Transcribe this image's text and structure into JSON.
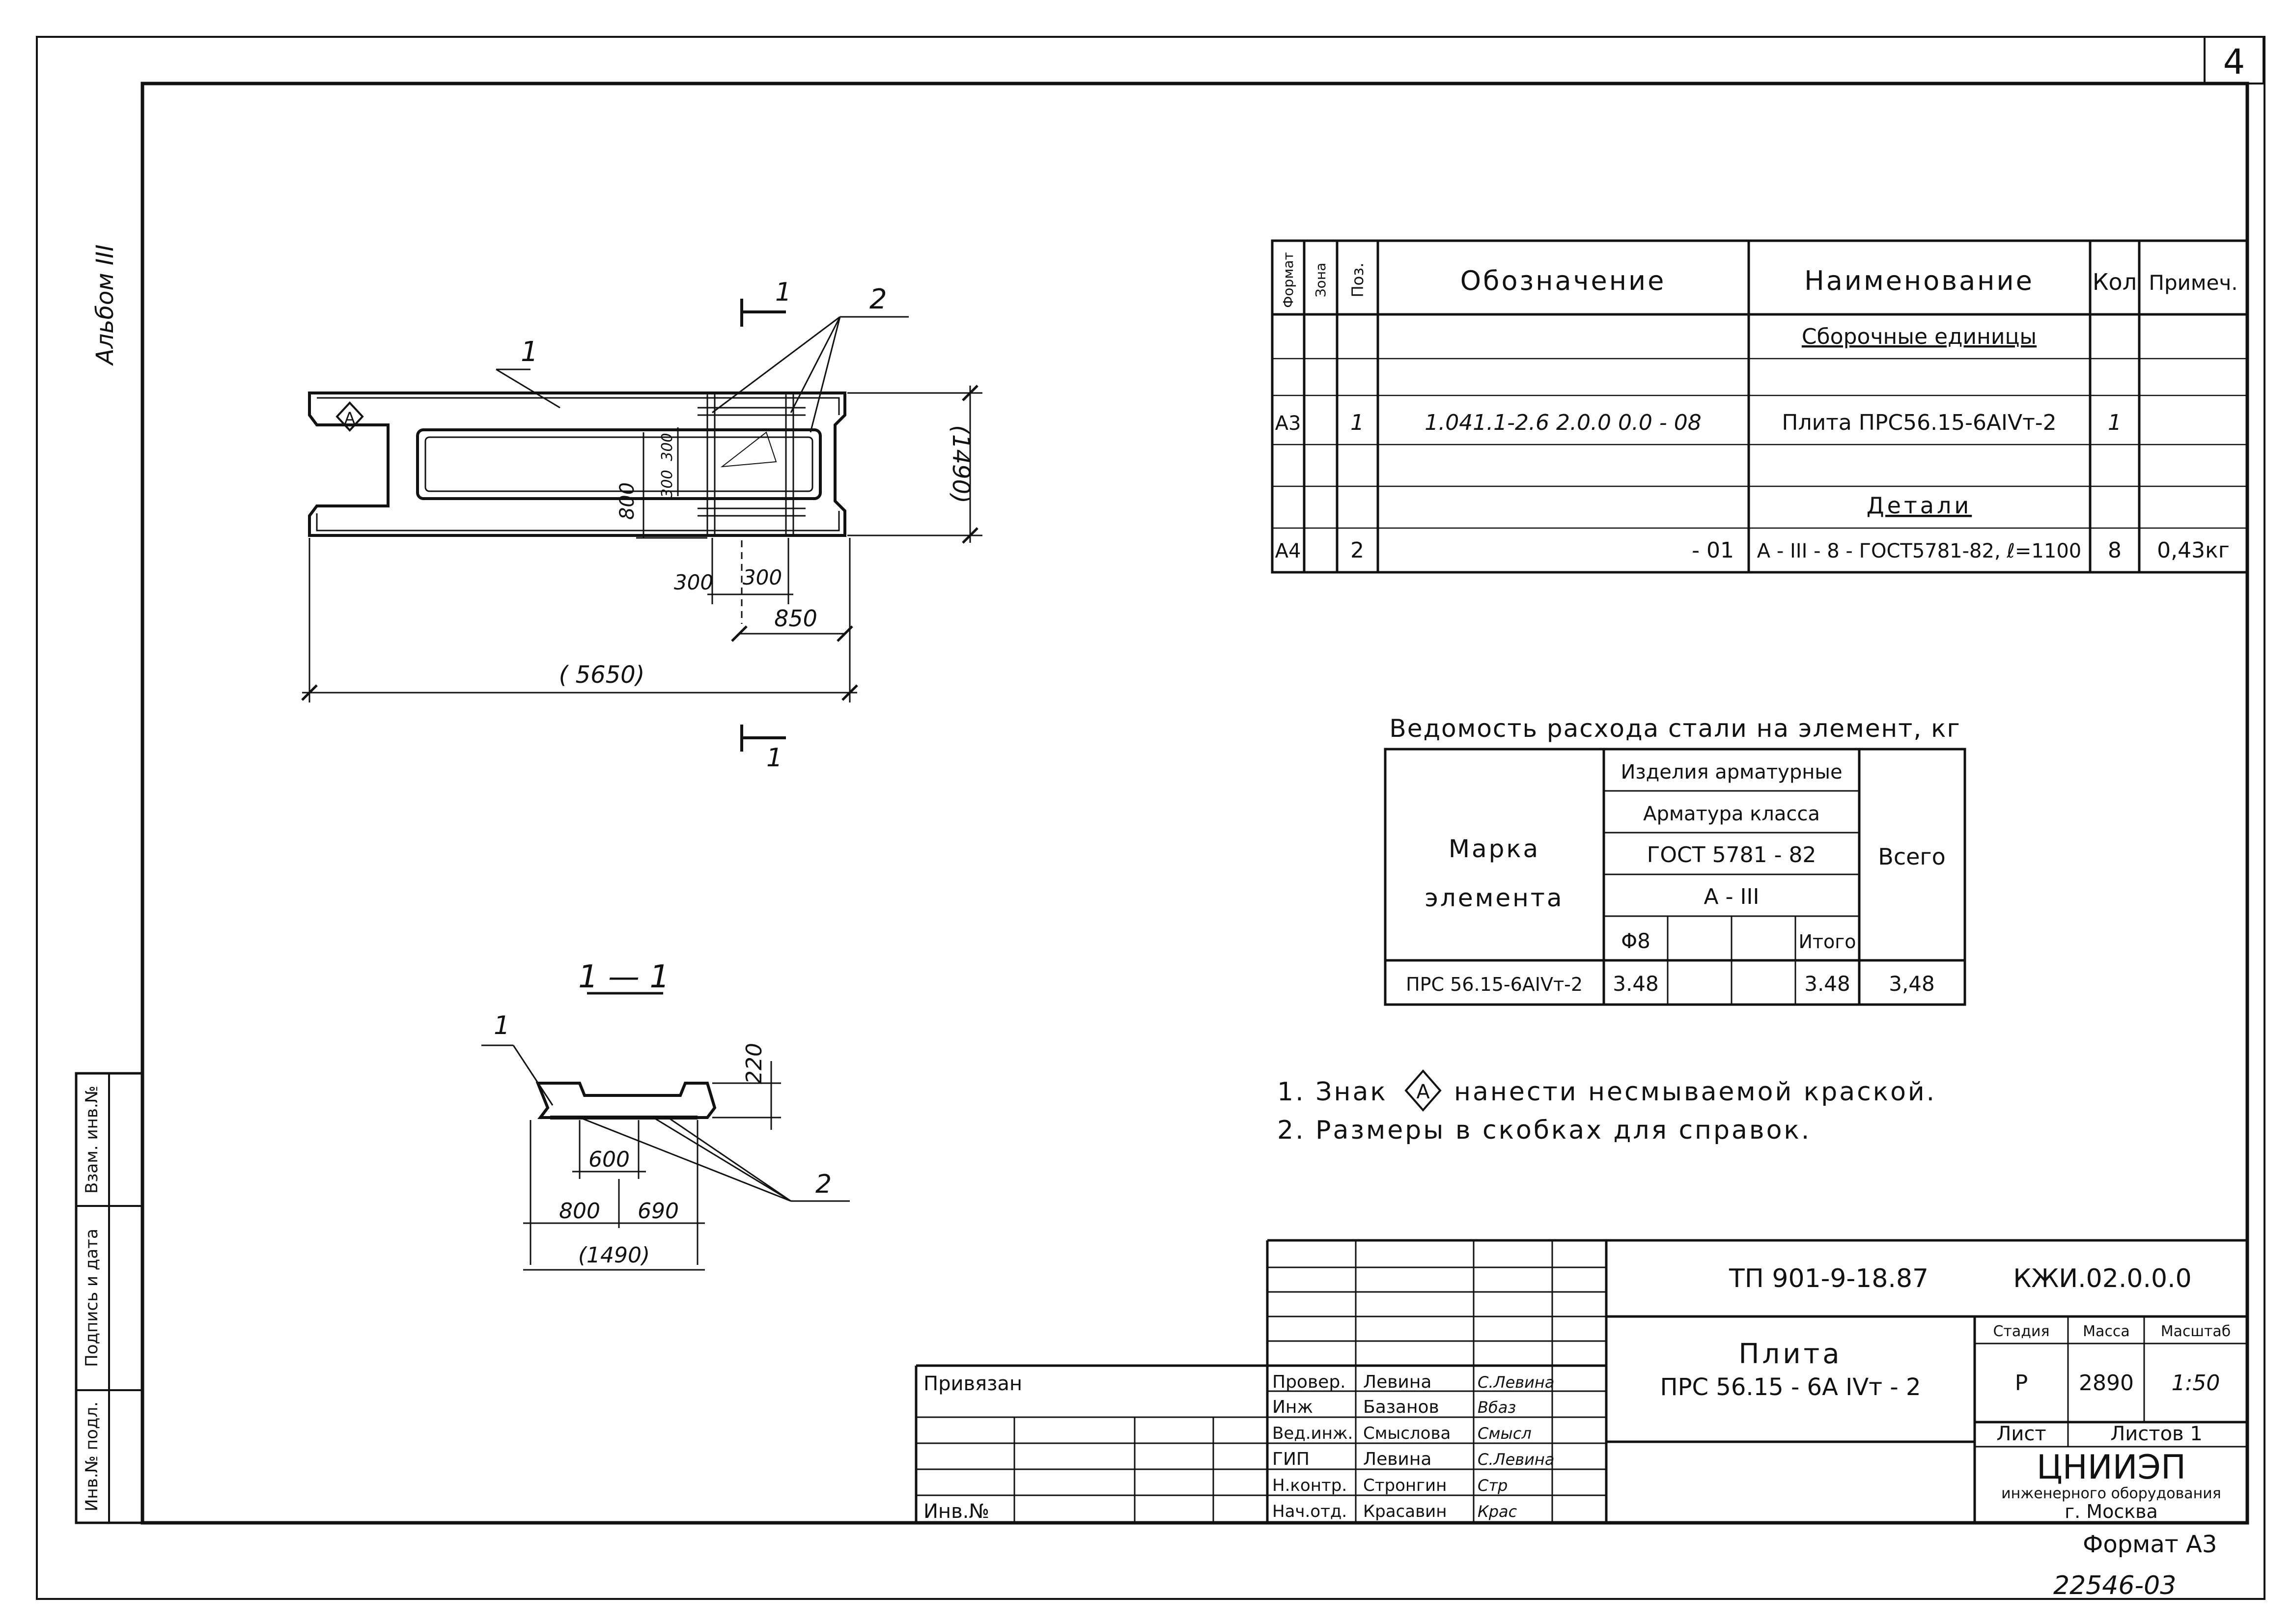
{
  "sheet": {
    "page_number": "4",
    "album_label": "Альбом III",
    "format_label": "Формат А3",
    "archive_number": "22546-03"
  },
  "spec": {
    "headers": [
      "Формат",
      "Зона",
      "Поз.",
      "Обозначение",
      "Наименование",
      "Кол",
      "Примеч."
    ],
    "section_assembly": "Сборочные единицы",
    "section_details": "Детали",
    "rows": [
      {
        "format": "А3",
        "pos": "1",
        "designation": "1.041.1-2.6  2.0.0 0.0 - 08",
        "name": "Плита ПРС56.15-6АIVт-2",
        "qty": "1",
        "note": ""
      },
      {
        "format": "А4",
        "pos": "2",
        "designation": "- 01",
        "name": "А - III - 8 - ГОСТ5781-82, ℓ=1100",
        "qty": "8",
        "note": "0,43кг"
      }
    ]
  },
  "steel": {
    "title": "Ведомость расхода стали на элемент, кг",
    "mark_header_1": "Марка",
    "mark_header_2": "элемента",
    "products": "Изделия арматурные",
    "class_header": "Арматура класса",
    "gost": "ГОСТ 5781 - 82",
    "class": "А - III",
    "dia": "Φ8",
    "subtotal_header": "Итого",
    "total_header": "Всего",
    "row": {
      "mark": "ПРС 56.15-6АIVт-2",
      "d8": "3.48",
      "subtotal": "3.48",
      "total": "3,48"
    }
  },
  "notes": [
    {
      "pre": "1. Знак",
      "symbol": "А",
      "post": "нанести несмываемой краской."
    },
    {
      "pre": "2. Размеры в скобках для справок.",
      "symbol": "",
      "post": ""
    }
  ],
  "plan": {
    "section_mark": "1",
    "callout_1": "1",
    "callout_2": "2",
    "symbol": "А",
    "dim_length": "( 5650)",
    "dim_width": "(1490)",
    "dim_800": "800",
    "dim_300a": "300",
    "dim_300b": "300",
    "dim_300c": "300",
    "dim_300d": "300",
    "dim_850": "850"
  },
  "section": {
    "title": "1 — 1",
    "callout_1": "1",
    "callout_2": "2",
    "dim_220": "220",
    "dim_600": "600",
    "dim_800": "800",
    "dim_690": "690",
    "dim_1490": "(1490)"
  },
  "side": {
    "cells": [
      "Инв.№ подл.",
      "Подпись и дата",
      "Взам. инв.№"
    ]
  },
  "title_block": {
    "project": "ТП 901-9-18.87",
    "code": "КЖИ.02.0.0.0",
    "item_name": "Плита",
    "item_mark": "ПРС 56.15 - 6А IVт - 2",
    "stage_label": "Стадия",
    "mass_label": "Масса",
    "scale_label": "Масштаб",
    "stage": "Р",
    "mass": "2890",
    "scale": "1:50",
    "sheet_label": "Лист",
    "sheets_label": "Листов 1",
    "org_name": "ЦНИИЭП",
    "org_sub": "инженерного оборудования",
    "org_city": "г. Москва",
    "linked": "Привязан",
    "inv": "Инв.№",
    "people": [
      {
        "role": "Провер.",
        "name": "Левина",
        "sign": "С.Левина"
      },
      {
        "role": "Инж",
        "name": "Базанов",
        "sign": "Вбаз"
      },
      {
        "role": "Вед.инж.",
        "name": "Смыслова",
        "sign": "Смысл"
      },
      {
        "role": "ГИП",
        "name": "Левина",
        "sign": "С.Левина"
      },
      {
        "role": "Н.контр.",
        "name": "Стронгин",
        "sign": "Стр"
      },
      {
        "role": "Нач.отд.",
        "name": "Красавин",
        "sign": "Крас"
      }
    ]
  }
}
